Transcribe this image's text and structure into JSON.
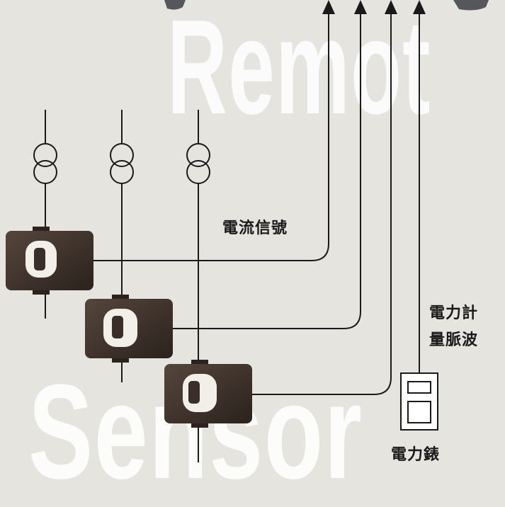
{
  "background": {
    "word_top": "Remot",
    "word_bottom": "Sensor"
  },
  "labels": {
    "current_signal": "電流信號",
    "pulse_line1": "電力計",
    "pulse_line2": "量脈波",
    "power_meter": "電力錶"
  },
  "colors": {
    "background": "#e6e4df",
    "background_word": "#ffffff",
    "line": "#1a1a1a",
    "ct_body": "#3c3029",
    "ct_window": "#f2efe9"
  },
  "diagram": {
    "transformer_count": 3,
    "current_transformer_count": 3,
    "upward_arrow_count": 4,
    "meter_count": 1
  }
}
